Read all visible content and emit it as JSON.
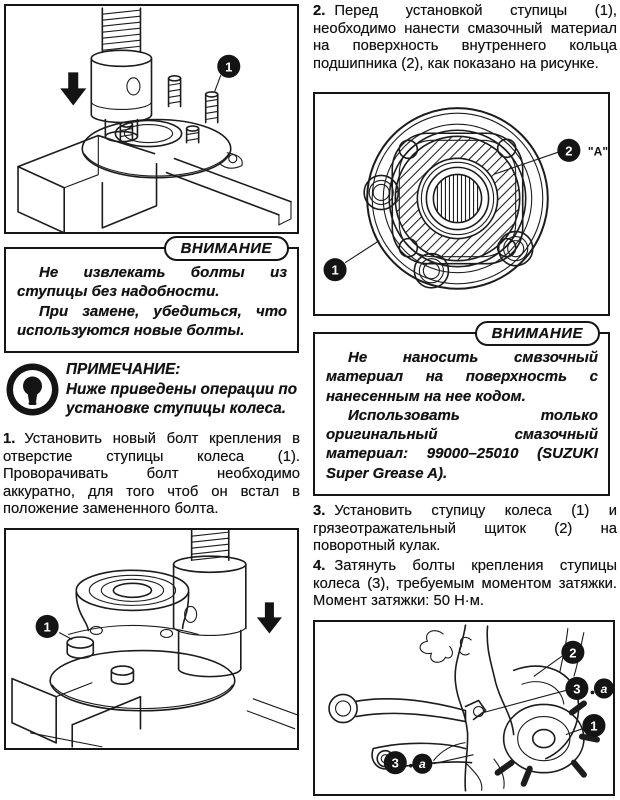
{
  "left_column": {
    "figure_press_top": {
      "callout_1": "1"
    },
    "warning_box": {
      "label": "ВНИМАНИЕ",
      "p1": "Не извлекать болты из ступицы без надобности.",
      "p2": "При замене, убедиться, что используются новые болты."
    },
    "note": {
      "heading": "ПРИМЕЧАНИЕ:",
      "body": "Ниже приведены операции по установке ступицы колеса."
    },
    "step_1": {
      "num": "1.",
      "text": "Установить новый болт крепления в отверстие ступицы колеса (1). Проворачивать болт необходимо аккуратно, для того чтоб он встал в положение замененного болта."
    },
    "figure_press_bottom": {
      "callout_1": "1"
    }
  },
  "right_column": {
    "step_2": {
      "num": "2.",
      "text": "Перед установкой ступицы (1), необходимо нанести смазочный материал на поверхность внутреннего кольца подшипника (2), как показано на рисунке."
    },
    "figure_hub": {
      "callout_1": "1",
      "callout_2": "2",
      "label_a": "\"A\""
    },
    "warning_box": {
      "label": "ВНИМАНИЕ",
      "p1": "Не наносить смвзочный материал на поверхность с нанесенным на нее кодом.",
      "p2": "Использовать только оригинальный смазочный материал: 99000–25010 (SUZUKI Super Grease A)."
    },
    "step_3": {
      "num": "3.",
      "text": "Установить ступицу колеса (1) и грязеотражательный щиток (2) на поворотный кулак."
    },
    "step_4": {
      "num": "4.",
      "text": "Затянуть болты крепления ступицы колеса (3), требуемым моментом затяжки. Момент затяжки: 50 Н·м."
    },
    "figure_knuckle": {
      "callout_2": "2",
      "callout_3_top": "3",
      "callout_a_top": "a",
      "callout_1": "1",
      "callout_3_bottom": "3",
      "callout_a_bottom": "a"
    }
  }
}
